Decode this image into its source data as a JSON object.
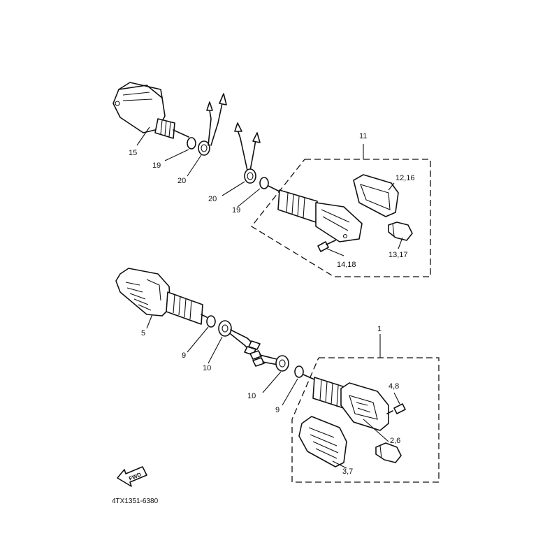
{
  "callouts": {
    "c15": "15",
    "c19a": "19",
    "c20a": "20",
    "c11": "11",
    "c12_16": "12,16",
    "c20b": "20",
    "c19b": "19",
    "c13_17": "13,17",
    "c14_18": "14,18",
    "c5": "5",
    "c9a": "9",
    "c10a": "10",
    "c1": "1",
    "c4_8": "4,8",
    "c10b": "10",
    "c9b": "9",
    "c2_6": "2,6",
    "c3_7": "3,7"
  },
  "fwd_label": "FWD",
  "drawing_code": "4TX1351-6380"
}
